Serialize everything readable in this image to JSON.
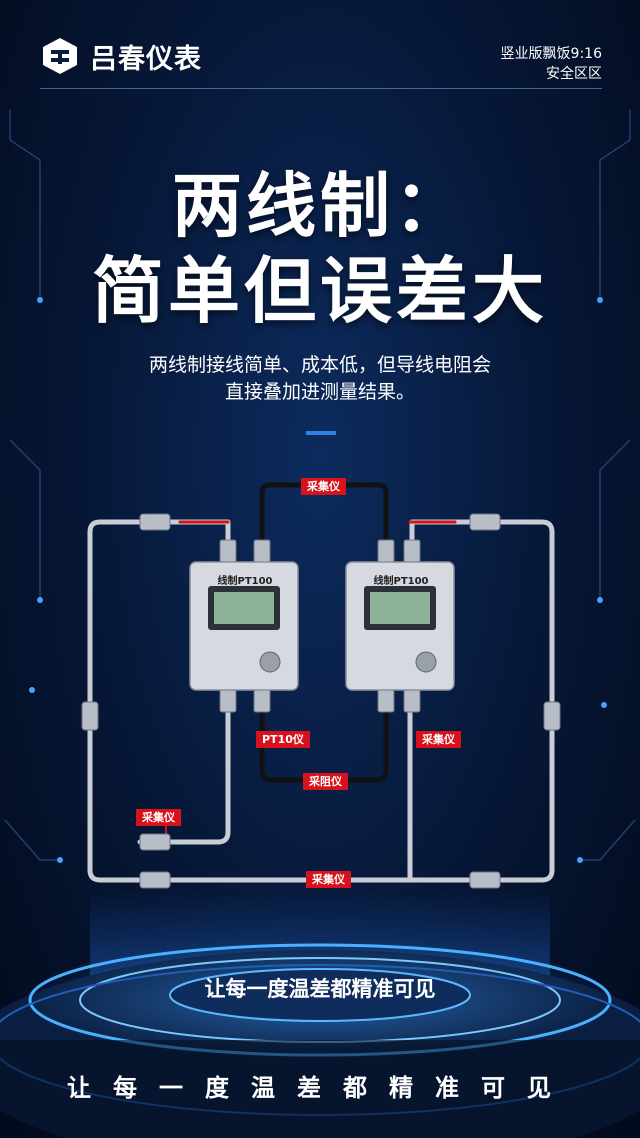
{
  "brand": {
    "name": "吕春仪表",
    "logo_icon": "brand-logo-icon"
  },
  "status": {
    "line1": "竖业版飘饭9:16",
    "line2": "安全区区"
  },
  "headline": {
    "line1": "两线制：",
    "line2": "简单但误差大"
  },
  "subtitle": {
    "line1": "两线制接线简单、成本低，但导线电阻会",
    "line2": "直接叠加进测量结果。"
  },
  "diagram": {
    "device_left_label": "线制PT100",
    "device_right_label": "线制PT100",
    "tags": {
      "top": "采集仪",
      "middle_left": "PT10仪",
      "middle_center": "采阻仪",
      "middle_right": "采集仪",
      "lower_left": "采集仪",
      "bottom": "采集仪"
    },
    "colors": {
      "tag": "#d8121c",
      "accent": "#2f7fe6"
    }
  },
  "slogan": "让每一度温差都精准可见",
  "footer": "让每一度温差都精准可见"
}
